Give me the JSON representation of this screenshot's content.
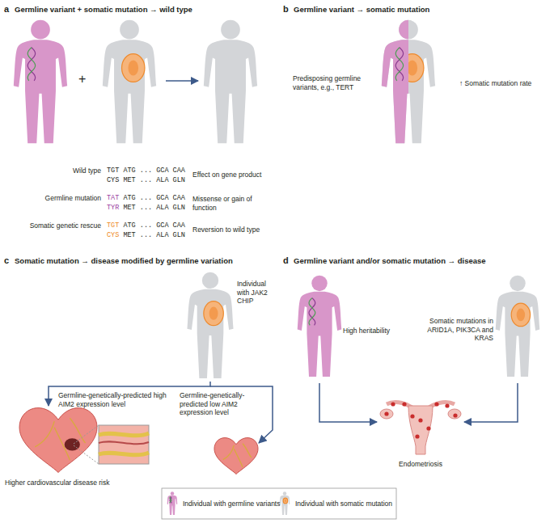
{
  "diagram": {
    "labels": [
      "a",
      "Germline variant + somatic mutation → wild type",
      "+",
      "Wild type",
      "TGT",
      "ATG ... GCA CAA",
      "CYS",
      "MET ... ALA GLN",
      "Effect on gene product",
      "Germline mutation",
      "TAT",
      "ATG ... GCA CAA",
      "TYR",
      "MET ... ALA GLN",
      "Missense or gain of function",
      "Somatic genetic rescue",
      "TGT",
      "ATG ... GCA CAA",
      "CYS",
      "MET ... ALA GLN",
      "Reversion to wild type",
      "b",
      "Germline variant → somatic mutation",
      "Predisposing germline variants, e.g., TERT",
      "↑ Somatic mutation rate",
      "c",
      "Somatic mutation → disease modified by germline variation",
      "Individual with JAK2 CHIP",
      "Germline-genetically-predicted high AIM2 expression level",
      "Germline-genetically-predicted low AIM2 expression level",
      "Higher cardiovascular disease risk",
      "d",
      "Germline variant and/or somatic mutation → disease",
      "High heritability",
      "Somatic mutations in ARID1A, PIK3CA and KRAS",
      "Endometriosis"
    ],
    "legend": [
      {
        "text": "Individual with germline variants"
      },
      {
        "text": "Individual with somatic mutation"
      }
    ]
  }
}
